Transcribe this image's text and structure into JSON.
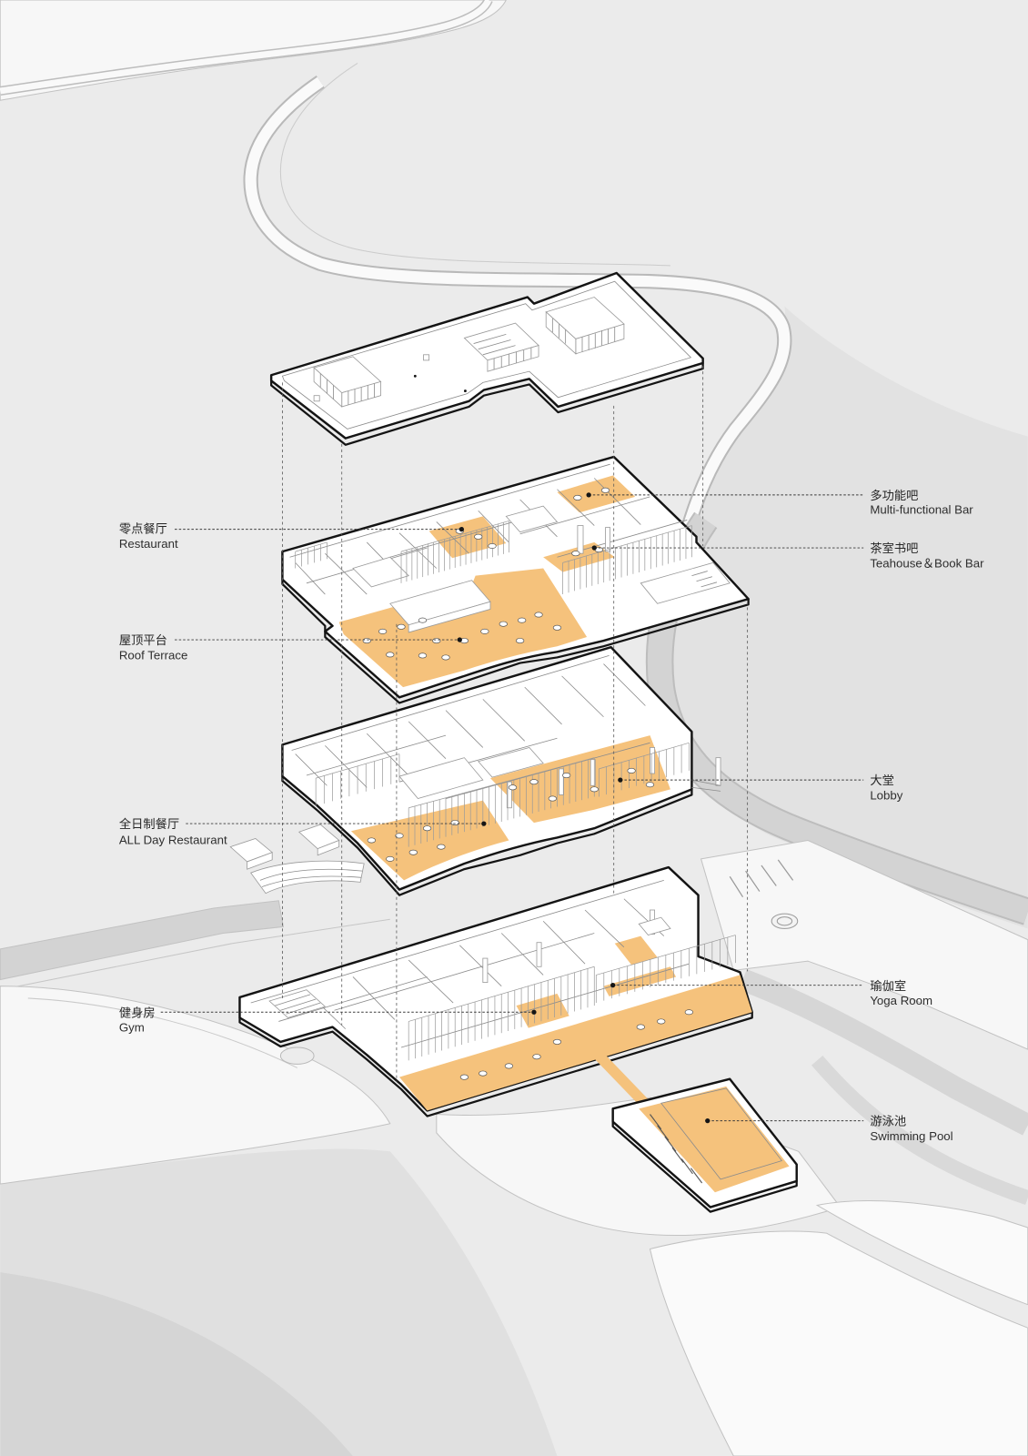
{
  "labels": {
    "restaurant": {
      "zh": "零点餐厅",
      "en": "Restaurant"
    },
    "roof_terrace": {
      "zh": "屋顶平台",
      "en": "Roof Terrace"
    },
    "all_day_restaurant": {
      "zh": "全日制餐厅",
      "en": "ALL Day Restaurant"
    },
    "gym": {
      "zh": "健身房",
      "en": "Gym"
    },
    "multi_functional_bar": {
      "zh": "多功能吧",
      "en": "Multi-functional Bar"
    },
    "teahouse_book_bar": {
      "zh": "茶室书吧",
      "en": "Teahouse＆Book Bar"
    },
    "lobby": {
      "zh": "大堂",
      "en": "Lobby"
    },
    "yoga_room": {
      "zh": "瑜伽室",
      "en": "Yoga Room"
    },
    "swimming_pool": {
      "zh": "游泳池",
      "en": "Swimming Pool"
    }
  },
  "colors": {
    "background": "#ebebeb",
    "highlight": "#f5c27c",
    "highlight_light": "#f8d3a0",
    "outline": "#141414",
    "terrain_light": "#f7f7f7",
    "terrain_mid": "#e2e2e2",
    "road": "#d3d3d3"
  }
}
